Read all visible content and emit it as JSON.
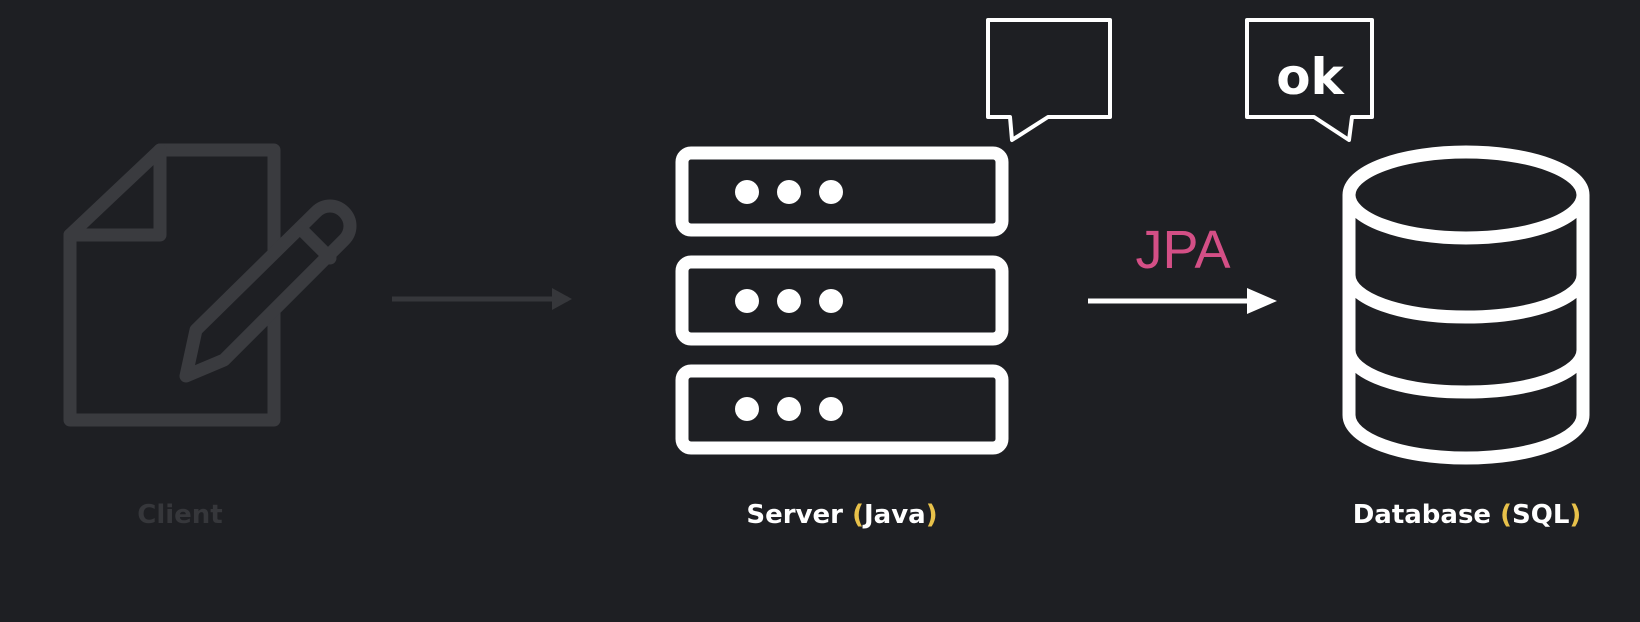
{
  "colors": {
    "background": "#1e1f23",
    "foreground": "#ffffff",
    "dimmed": "#3a3b3f",
    "dimmed_text": "#36373b",
    "jpa": "#d44f86",
    "paren_accent": "#e8c14a"
  },
  "nodes": {
    "client": {
      "icon": "document-edit-icon",
      "label": "Client"
    },
    "server": {
      "icon": "server-rack-icon",
      "name": "Server",
      "open_paren": "(",
      "lang": "Java",
      "close_paren": ")",
      "bubble_text": ""
    },
    "database": {
      "icon": "database-icon",
      "name": "Database",
      "open_paren": "(",
      "lang": "SQL",
      "close_paren": ")",
      "bubble_text": "ok"
    }
  },
  "edges": {
    "client_to_server": {
      "label": "",
      "dimmed": true
    },
    "server_to_database": {
      "label": "JPA",
      "dimmed": false
    }
  }
}
